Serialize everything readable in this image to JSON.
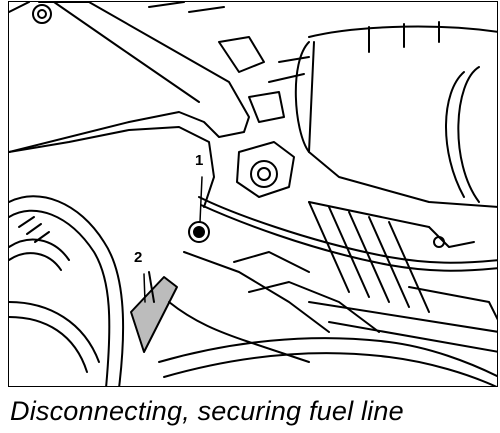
{
  "figure": {
    "callout_1": "1",
    "callout_2": "2",
    "caption": "Disconnecting, securing fuel line",
    "icons": [
      "screw-icon",
      "fuel-line-clip-icon"
    ]
  }
}
